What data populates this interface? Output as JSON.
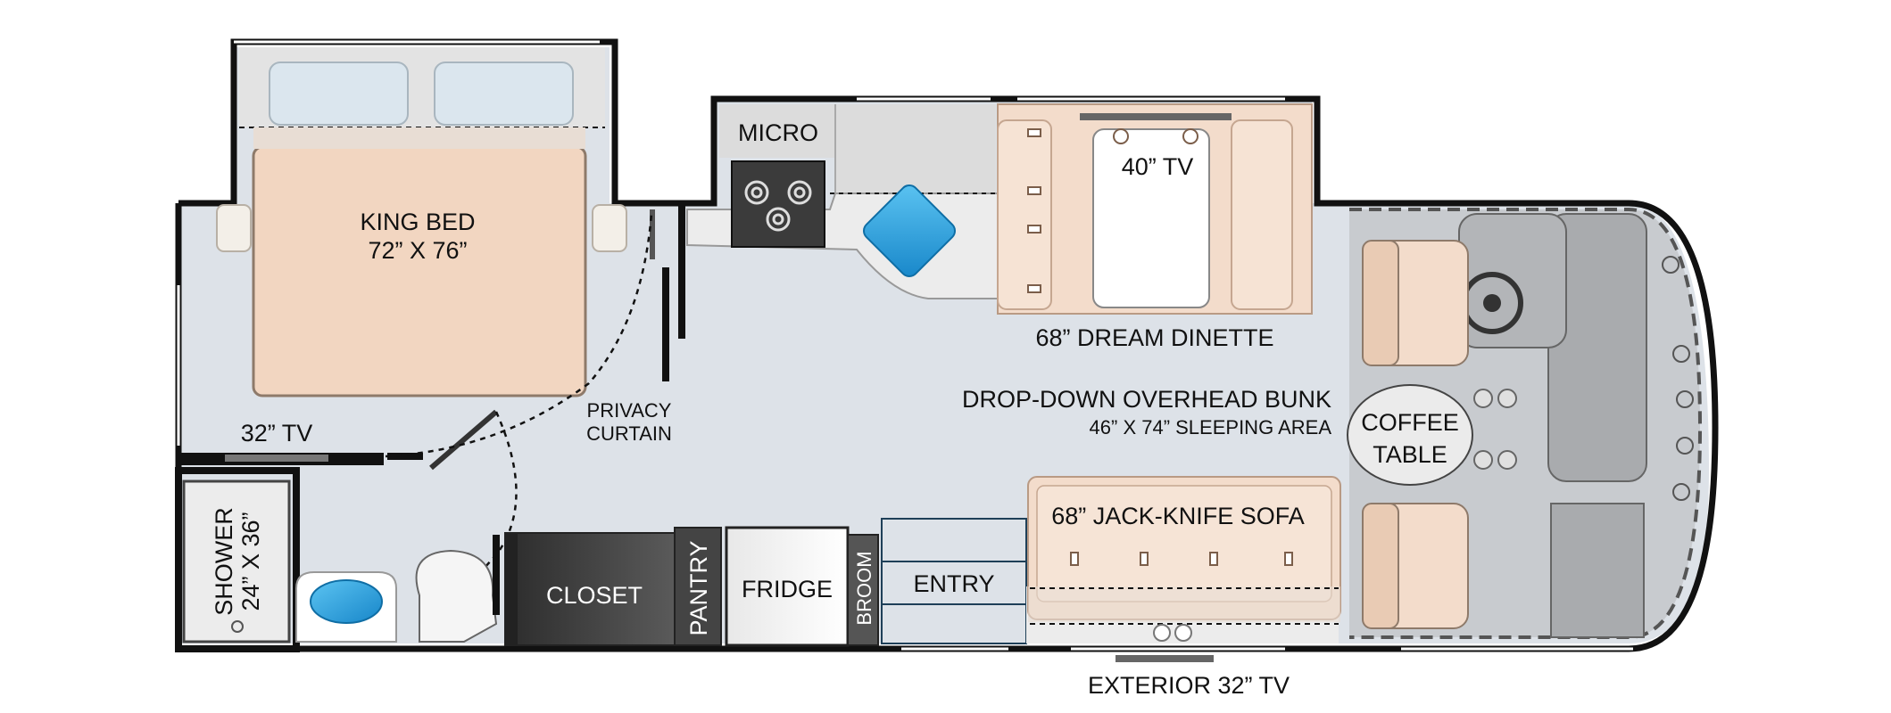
{
  "labels": {
    "micro": "MICRO",
    "tv_40": "40” TV",
    "king_bed": "KING BED",
    "king_bed_size": "72” X 76”",
    "dream_dinette": "68” DREAM DINETTE",
    "overhead_bunk": "DROP-DOWN OVERHEAD BUNK",
    "bunk_size": "46” X 74” SLEEPING AREA",
    "coffee_table_1": "COFFEE",
    "coffee_table_2": "TABLE",
    "privacy_1": "PRIVACY",
    "privacy_2": "CURTAIN",
    "tv_32": "32” TV",
    "jack_knife_sofa": "68” JACK-KNIFE SOFA",
    "shower": "SHOWER",
    "shower_size": "24” X 36”",
    "closet": "CLOSET",
    "pantry": "PANTRY",
    "fridge": "FRIDGE",
    "broom": "BROOM",
    "entry": "ENTRY",
    "exterior_tv": "EXTERIOR 32” TV"
  },
  "colors": {
    "floor": "#dde2e8",
    "wall": "#111111",
    "bed_wood": "#f2d6c1",
    "upholstery": "#f3dccb",
    "cab_gray": "#a9abae",
    "closet_dark": "#4a4a4a",
    "water_blue": "#2aa3e0",
    "counter_light": "#e4e4e4"
  }
}
